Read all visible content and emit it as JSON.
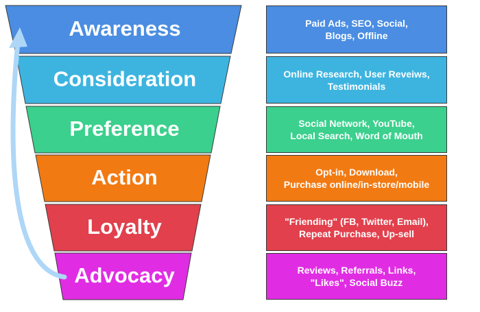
{
  "stages": [
    {
      "label": "Awareness",
      "color": "#4a8de2"
    },
    {
      "label": "Consideration",
      "color": "#3db4e0"
    },
    {
      "label": "Preference",
      "color": "#3bd08d"
    },
    {
      "label": "Action",
      "color": "#f27a12"
    },
    {
      "label": "Loyalty",
      "color": "#e1404c"
    },
    {
      "label": "Advocacy",
      "color": "#e02de3"
    }
  ],
  "descriptions": [
    {
      "line1": "Paid Ads, SEO, Social,",
      "line2": "Blogs, Offline",
      "color": "#4a8de2"
    },
    {
      "line1": "Online Research, User Reveiws,",
      "line2": "Testimonials",
      "color": "#3db4e0"
    },
    {
      "line1": "Social Network, YouTube,",
      "line2": "Local Search, Word of Mouth",
      "color": "#3bd08d"
    },
    {
      "line1": "Opt-in, Download,",
      "line2": "Purchase online/in-store/mobile",
      "color": "#f27a12"
    },
    {
      "line1": "\"Friending\" (FB, Twitter, Email),",
      "line2": "Repeat Purchase, Up-sell",
      "color": "#e1404c"
    },
    {
      "line1": "Reviews, Referrals, Links,",
      "line2": "\"Likes\", Social Buzz",
      "color": "#e02de3"
    }
  ],
  "arrow_color": "#aed6f7"
}
